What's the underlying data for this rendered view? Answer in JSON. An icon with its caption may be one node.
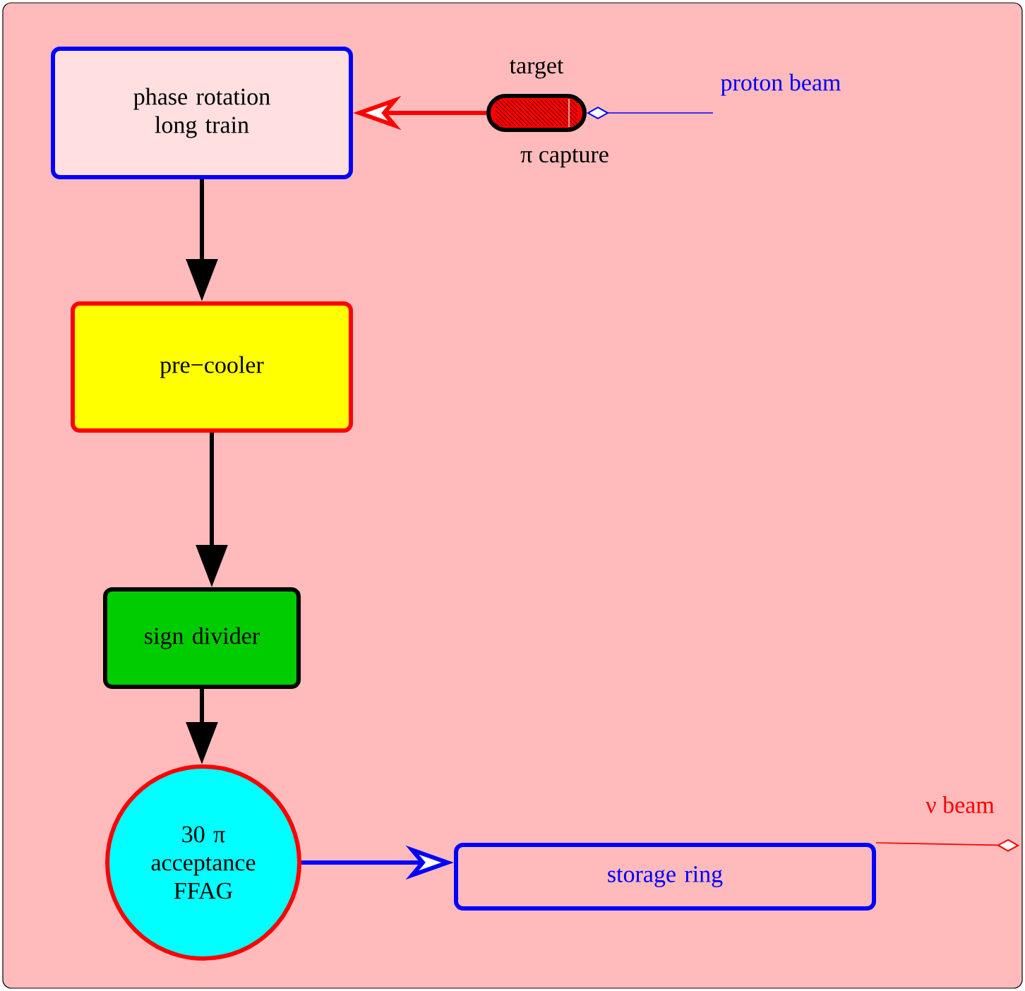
{
  "diagram": {
    "nodes": [
      {
        "text": [
          "phase rotation long train"
        ]
      },
      {
        "text": [
          "pre−cooler"
        ]
      },
      {
        "text": [
          "sign divider"
        ]
      },
      {
        "text": [
          "30 π acceptance FFAG"
        ]
      },
      {
        "text": [
          "storage ring"
        ]
      },
      {
        "text": [],
        "shape": "box",
        "beside": [
          "target",
          "π  capture"
        ]
      }
    ],
    "edges": [
      {
        "from": 5,
        "to": 0,
        "arrow": "to",
        "color": "#ff0000"
      },
      {
        "from": 0,
        "to": 1,
        "arrow": "to"
      },
      {
        "from": 1,
        "to": 2,
        "arrow": "to"
      },
      {
        "from": 2,
        "to": 3,
        "arrow": "to"
      },
      {
        "from": 3,
        "to": 4,
        "arrow": "to",
        "color": "#0000ff"
      },
      {
        "from": null,
        "to": 5,
        "arrow": "other",
        "label": "proton beam",
        "color": "#0000ff"
      },
      {
        "from": 4,
        "to": null,
        "arrow": "other",
        "label": "ν beam",
        "color": "#ff0000"
      }
    ]
  }
}
